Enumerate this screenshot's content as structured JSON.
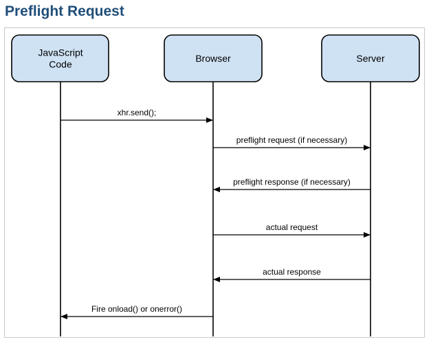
{
  "page": {
    "title": "Preflight Request"
  },
  "diagram": {
    "participants": [
      {
        "id": "js",
        "lines": [
          "JavaScript",
          "Code"
        ]
      },
      {
        "id": "browser",
        "lines": [
          "Browser"
        ]
      },
      {
        "id": "server",
        "lines": [
          "Server"
        ]
      }
    ],
    "messages": [
      {
        "from": "js",
        "to": "browser",
        "label": "xhr.send();"
      },
      {
        "from": "browser",
        "to": "server",
        "label": "preflight request (if necessary)"
      },
      {
        "from": "server",
        "to": "browser",
        "label": "preflight response (if necessary)"
      },
      {
        "from": "browser",
        "to": "server",
        "label": "actual request"
      },
      {
        "from": "server",
        "to": "browser",
        "label": "actual response"
      },
      {
        "from": "browser",
        "to": "js",
        "label": "Fire onload() or onerror()"
      }
    ],
    "colors": {
      "participant_fill": "#cfe2f3",
      "title_text": "#1f4e79",
      "lines": "#000000"
    }
  }
}
